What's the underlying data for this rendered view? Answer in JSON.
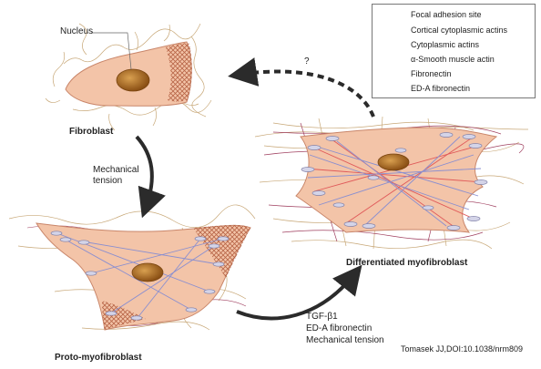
{
  "legend": {
    "items": [
      {
        "label": "Focal adhesion site",
        "icon": "focal-adhesion-ellipse-icon",
        "color": "#9a9ab8"
      },
      {
        "label": "Cortical cytoplasmic actins",
        "icon": "crosshatch-icon",
        "color": "#b05a3c"
      },
      {
        "label": "Cytoplasmic actins",
        "icon": "blue-line-icon",
        "color": "#8a8fd0"
      },
      {
        "label": "α-Smooth muscle actin",
        "icon": "red-line-icon",
        "color": "#e05a5a"
      },
      {
        "label": "Fibronectin",
        "icon": "tan-wavy-line-icon",
        "color": "#c8a878"
      },
      {
        "label": "ED-A fibronectin",
        "icon": "maroon-wavy-line-icon",
        "color": "#a04060"
      }
    ]
  },
  "labels": {
    "nucleus": "Nucleus",
    "fibroblast": "Fibroblast",
    "mechanical_tension_1": "Mechanical",
    "mechanical_tension_2": "tension",
    "question": "?",
    "differentiated": "Differentiated myofibroblast",
    "proto": "Proto-myofibroblast",
    "factor_1": "TGF-β1",
    "factor_2": "ED-A fibronectin",
    "factor_3": "Mechanical tension",
    "citation_author": "Tomasek JJ,",
    "citation_doi": "DOI:10.1038/nrm809"
  },
  "colors": {
    "cell_fill": "#f3c4a8",
    "cell_stroke": "#c9866a",
    "nucleus": "#a4661e",
    "arrow": "#2b2b2b"
  }
}
